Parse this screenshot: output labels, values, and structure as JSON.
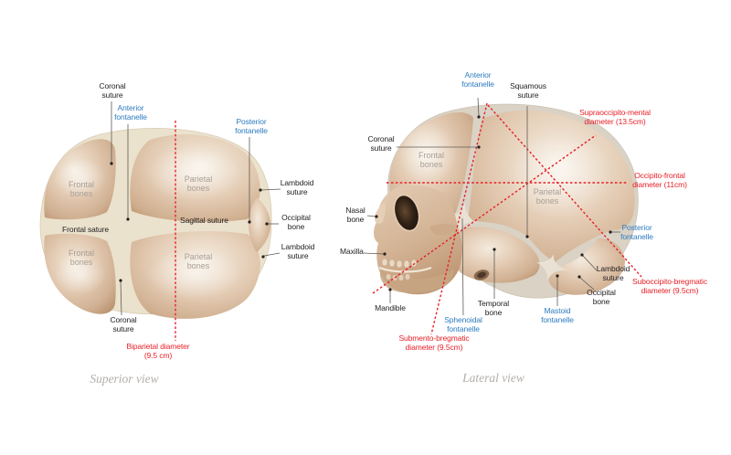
{
  "figure": {
    "colors": {
      "label_text": "#262223",
      "fontanelle_blue": "#2e7cc0",
      "diameter_red": "#e82028",
      "bone_label_gray": "#a89f96",
      "caption_gray": "#b3aeaa",
      "bone_fill": "#d8bca3",
      "suture_fill": "#ece3d0"
    },
    "superior": {
      "caption": "Superior view",
      "labels": {
        "coronal_suture_top": "Coronal suture",
        "anterior_fontanelle": "Anterior fontanelle",
        "posterior_fontanelle": "Posterior fontanelle",
        "lambdoid_suture_top": "Lambdoid suture",
        "occipital_bone": "Occipital bone",
        "lambdoid_suture_bottom": "Lambdoid suture",
        "frontal_suture": "Frontal sature",
        "sagittal_suture": "Sagittal suture",
        "frontal_bones_top": "Frontal bones",
        "frontal_bones_bottom": "Frontal bones",
        "parietal_bones_top": "Parietal bones",
        "parietal_bones_bottom": "Parietal bones",
        "coronal_suture_bottom": "Coronal suture",
        "biparietal_diameter": "Biparietal diameter (9.5 cm)"
      }
    },
    "lateral": {
      "caption": "Lateral view",
      "labels": {
        "anterior_fontanelle": "Anterior fontanelle",
        "squamous_suture": "Squamous suture",
        "supraoccipito_mental": "Supraoccipito-mental diameter (13.5cm)",
        "coronal_suture": "Coronal suture",
        "frontal_bones": "Frontal bones",
        "occipito_frontal": "Occipito-frontal diameter (11cm)",
        "parietal_bones": "Parietal bones",
        "nasal_bone": "Nasal bone",
        "posterior_fontanelle": "Posterior fontanelle",
        "maxilla": "Maxilla",
        "lambdoid_suture": "Lambdoid suture",
        "suboccipito_bregmatic": "Suboccipito-bregmatic diameter (9.5cm)",
        "occipital_bone": "Occipital bone",
        "mandible": "Mandible",
        "temporal_bone": "Temporal bone",
        "mastoid_fontanelle": "Mastoid fontanelle",
        "sphenoidal_fontanelle": "Sphenoidal fontanelle",
        "submento_bregmatic": "Submento-bregmatic diameter (9.5cm)"
      }
    }
  }
}
